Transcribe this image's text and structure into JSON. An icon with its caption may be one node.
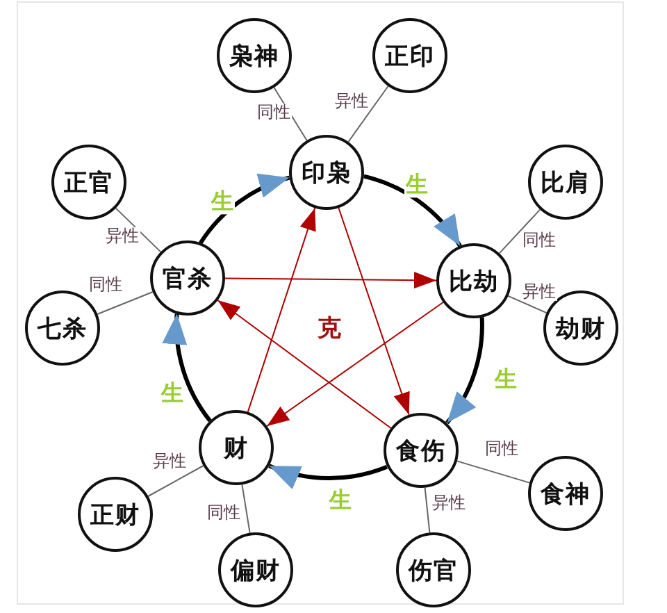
{
  "diagram": {
    "nodes": [
      {
        "text": [
          "印枭"
        ]
      },
      {
        "text": [
          "比劫"
        ]
      },
      {
        "text": [
          "食伤"
        ]
      },
      {
        "text": [
          "财"
        ]
      },
      {
        "text": [
          "官杀"
        ]
      },
      {
        "text": [
          "枭神"
        ]
      },
      {
        "text": [
          "正印"
        ]
      },
      {
        "text": [
          "比肩"
        ]
      },
      {
        "text": [
          "劫财"
        ]
      },
      {
        "text": [
          "食神"
        ]
      },
      {
        "text": [
          "伤官"
        ]
      },
      {
        "text": [
          "偏财"
        ]
      },
      {
        "text": [
          "正财"
        ]
      },
      {
        "text": [
          "七杀"
        ]
      },
      {
        "text": [
          "正官"
        ]
      }
    ],
    "edges": [
      {
        "from": 4,
        "to": 0,
        "arrow": "to",
        "label": "生",
        "style": "thick",
        "color": "#000000"
      },
      {
        "from": 0,
        "to": 1,
        "arrow": "to",
        "label": "生",
        "style": "thick",
        "color": "#000000"
      },
      {
        "from": 1,
        "to": 2,
        "arrow": "to",
        "label": "生",
        "style": "thick",
        "color": "#000000"
      },
      {
        "from": 2,
        "to": 3,
        "arrow": "to",
        "label": "生",
        "style": "thick",
        "color": "#000000"
      },
      {
        "from": 3,
        "to": 4,
        "arrow": "to",
        "label": "生",
        "style": "thick",
        "color": "#000000"
      },
      {
        "from": 0,
        "to": 2,
        "arrow": "to",
        "color": "#b00000"
      },
      {
        "from": 2,
        "to": 4,
        "arrow": "to",
        "color": "#b00000"
      },
      {
        "from": 4,
        "to": 1,
        "arrow": "to",
        "color": "#b00000"
      },
      {
        "from": 1,
        "to": 3,
        "arrow": "to",
        "color": "#b00000"
      },
      {
        "from": 3,
        "to": 0,
        "arrow": "to",
        "color": "#b00000"
      },
      {
        "from": 0,
        "to": 5,
        "arrow": "none",
        "label": "同性"
      },
      {
        "from": 0,
        "to": 6,
        "arrow": "none",
        "label": "异性"
      },
      {
        "from": 1,
        "to": 7,
        "arrow": "none",
        "label": "同性"
      },
      {
        "from": 1,
        "to": 8,
        "arrow": "none",
        "label": "异性"
      },
      {
        "from": 2,
        "to": 9,
        "arrow": "none",
        "label": "同性"
      },
      {
        "from": 2,
        "to": 10,
        "arrow": "none",
        "label": "异性"
      },
      {
        "from": 3,
        "to": 11,
        "arrow": "none",
        "label": "同性"
      },
      {
        "from": 3,
        "to": 12,
        "arrow": "none",
        "label": "异性"
      },
      {
        "from": 4,
        "to": 13,
        "arrow": "none",
        "label": "同性"
      },
      {
        "from": 4,
        "to": 14,
        "arrow": "none",
        "label": "异性"
      }
    ],
    "labels": [
      "克"
    ]
  }
}
